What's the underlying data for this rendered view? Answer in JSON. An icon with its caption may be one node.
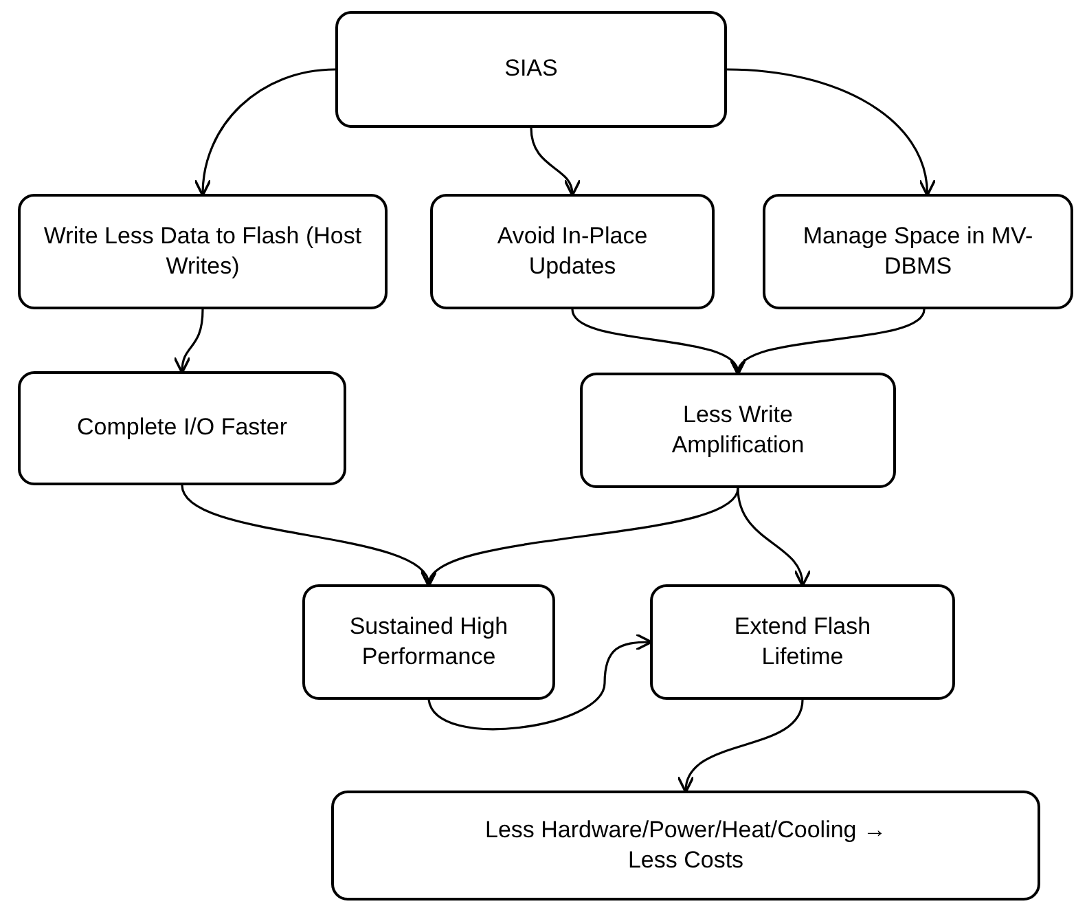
{
  "diagram": {
    "nodes": [
      {
        "text": [
          "SIAS"
        ]
      },
      {
        "text": [
          "Write Less Data to Flash (Host Writes)"
        ]
      },
      {
        "text": [
          "Avoid In-Place Updates"
        ]
      },
      {
        "text": [
          "Manage Space in MV-DBMS"
        ]
      },
      {
        "text": [
          "Complete I/O Faster"
        ]
      },
      {
        "text": [
          "Less Write Amplification"
        ]
      },
      {
        "text": [
          "Sustained High Performance"
        ]
      },
      {
        "text": [
          "Extend Flash Lifetime"
        ]
      },
      {
        "text": [
          "Less Hardware/Power/Heat/Cooling → Less Costs"
        ]
      }
    ],
    "edges": [
      {
        "from": 0,
        "to": 1,
        "arrow": "to"
      },
      {
        "from": 0,
        "to": 2,
        "arrow": "to"
      },
      {
        "from": 0,
        "to": 3,
        "arrow": "to"
      },
      {
        "from": 1,
        "to": 4,
        "arrow": "to"
      },
      {
        "from": 2,
        "to": 5,
        "arrow": "to"
      },
      {
        "from": 3,
        "to": 5,
        "arrow": "to"
      },
      {
        "from": 4,
        "to": 6,
        "arrow": "to"
      },
      {
        "from": 5,
        "to": 6,
        "arrow": "to"
      },
      {
        "from": 5,
        "to": 7,
        "arrow": "to"
      },
      {
        "from": 6,
        "to": 7,
        "arrow": "to"
      },
      {
        "from": 7,
        "to": 8,
        "arrow": "to"
      }
    ]
  }
}
